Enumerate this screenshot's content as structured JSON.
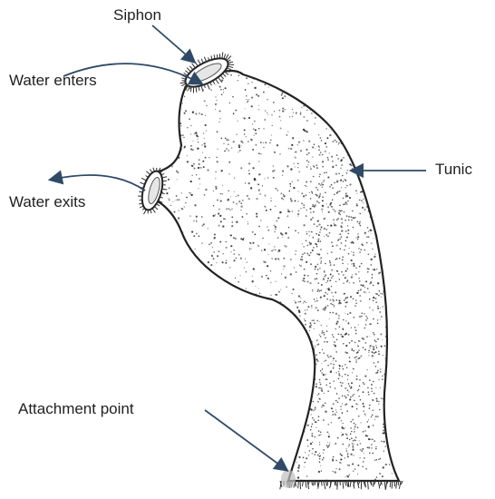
{
  "labels": {
    "siphon": "Siphon",
    "water_enters": "Water enters",
    "water_exits": "Water exits",
    "tunic": "Tunic",
    "attachment_point": "Attachment point"
  },
  "colors": {
    "arrow": "#2f4a66",
    "outline": "#222222",
    "stipple": "#2a2a2a",
    "text": "#1f1f1f"
  }
}
